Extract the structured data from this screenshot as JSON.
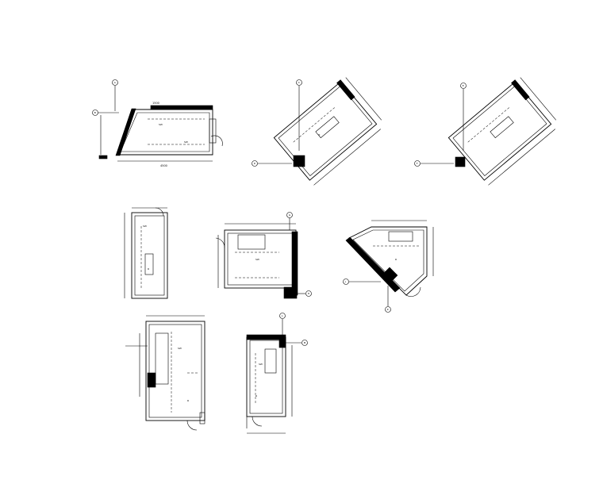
{
  "drawing": {
    "sheet_description": "",
    "plans": [
      {
        "id": "plan-1",
        "marks": [
          "A",
          "B"
        ]
      },
      {
        "id": "plan-2",
        "marks": [
          "C",
          "D"
        ]
      },
      {
        "id": "plan-3",
        "marks": [
          "E",
          "F"
        ]
      },
      {
        "id": "plan-4",
        "marks": []
      },
      {
        "id": "plan-5",
        "marks": [
          "G",
          "H"
        ]
      },
      {
        "id": "plan-6",
        "marks": [
          "J",
          "K"
        ]
      },
      {
        "id": "plan-7",
        "marks": []
      },
      {
        "id": "plan-8",
        "marks": [
          "L",
          "M"
        ]
      }
    ]
  }
}
